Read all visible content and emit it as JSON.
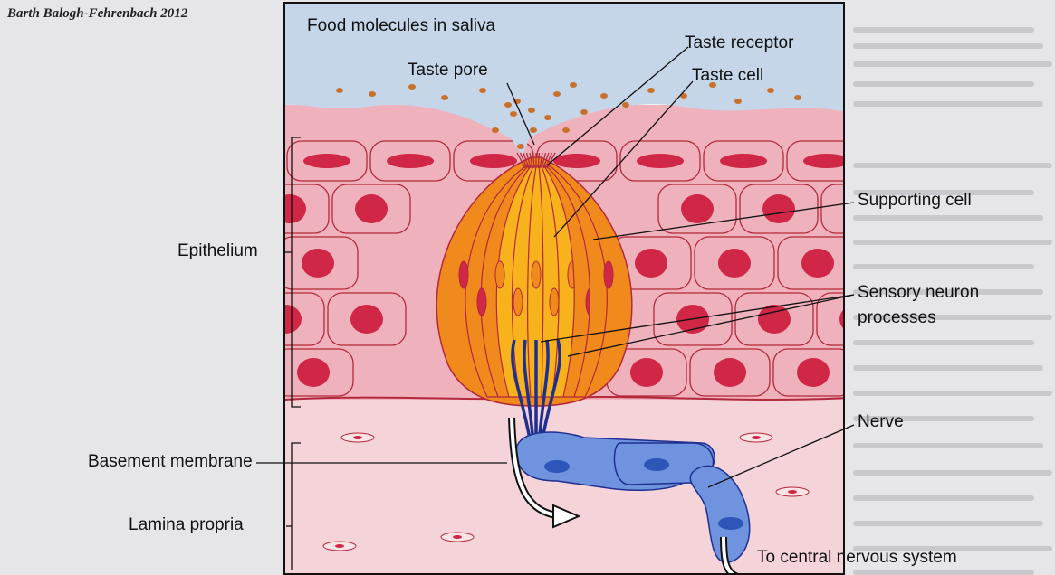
{
  "credit": "Barth Balogh-Fehrenbach 2012",
  "labels": {
    "food_molecules": "Food molecules in saliva",
    "taste_receptor": "Taste receptor",
    "taste_pore": "Taste pore",
    "taste_cell": "Taste cell",
    "supporting_cell": "Supporting cell",
    "epithelium": "Epithelium",
    "sensory_neuron_line1": "Sensory neuron",
    "sensory_neuron_line2": "processes",
    "basement_membrane": "Basement membrane",
    "nerve": "Nerve",
    "lamina_propria": "Lamina propria",
    "to_cns": "To central nervous system"
  },
  "colors": {
    "saliva": "#c4d6e8",
    "epithelium_cell": "#efb2bd",
    "cell_border": "#b3283a",
    "nucleus": "#cf2745",
    "lamina": "#f4d4d8",
    "taste_cell": "#f7b21c",
    "supporting_cell": "#f08a1c",
    "neuron": "#1f2f8f",
    "nerve": "#6f93df",
    "food_dot": "#c9712a"
  }
}
